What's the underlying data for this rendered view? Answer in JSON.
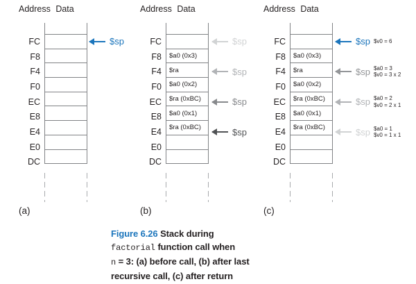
{
  "colors": {
    "blue": "#1b75bc",
    "border_gray": "#808285",
    "text_black": "#231f20",
    "dash_gray": "#a7a9ac"
  },
  "columns": [
    {
      "header": "Address Data",
      "label": "(a)",
      "rows": [
        {
          "address": "FC",
          "data": ""
        },
        {
          "address": "F8",
          "data": ""
        },
        {
          "address": "F4",
          "data": ""
        },
        {
          "address": "F0",
          "data": ""
        },
        {
          "address": "EC",
          "data": ""
        },
        {
          "address": "E8",
          "data": ""
        },
        {
          "address": "E4",
          "data": ""
        },
        {
          "address": "E0",
          "data": ""
        },
        {
          "address": "DC",
          "data": ""
        }
      ],
      "pointers": [
        {
          "row": "FC",
          "label": "$sp",
          "color": "#1b75bc"
        }
      ]
    },
    {
      "header": "Address Data",
      "label": "(b)",
      "rows": [
        {
          "address": "FC",
          "data": ""
        },
        {
          "address": "F8",
          "data": "$a0 (0x3)"
        },
        {
          "address": "F4",
          "data": "$ra"
        },
        {
          "address": "F0",
          "data": "$a0 (0x2)"
        },
        {
          "address": "EC",
          "data": "$ra (0xBC)"
        },
        {
          "address": "E8",
          "data": "$a0 (0x1)"
        },
        {
          "address": "E4",
          "data": "$ra (0xBC)"
        },
        {
          "address": "E0",
          "data": ""
        },
        {
          "address": "DC",
          "data": ""
        }
      ],
      "pointers": [
        {
          "row": "FC",
          "label": "$sp",
          "color": "#d1d3d4"
        },
        {
          "row": "F4",
          "label": "$sp",
          "color": "#b1b3b6"
        },
        {
          "row": "EC",
          "label": "$sp",
          "color": "#87898c"
        },
        {
          "row": "E4",
          "label": "$sp",
          "color": "#505254"
        }
      ]
    },
    {
      "header": "Address Data",
      "label": "(c)",
      "rows": [
        {
          "address": "FC",
          "data": ""
        },
        {
          "address": "F8",
          "data": "$a0 (0x3)"
        },
        {
          "address": "F4",
          "data": "$ra"
        },
        {
          "address": "F0",
          "data": "$a0 (0x2)"
        },
        {
          "address": "EC",
          "data": "$ra (0xBC)"
        },
        {
          "address": "E8",
          "data": "$a0 (0x1)"
        },
        {
          "address": "E4",
          "data": "$ra (0xBC)"
        },
        {
          "address": "E0",
          "data": ""
        },
        {
          "address": "DC",
          "data": ""
        }
      ],
      "pointers": [
        {
          "row": "FC",
          "label": "$sp",
          "color": "#1b75bc",
          "annotation": [
            "$v0 = 6"
          ]
        },
        {
          "row": "F4",
          "label": "$sp",
          "color": "#939598",
          "annotation": [
            "$a0 = 3",
            "$v0 = 3 x 2"
          ]
        },
        {
          "row": "EC",
          "label": "$sp",
          "color": "#b1b3b6",
          "annotation": [
            "$a0 = 2",
            "$v0 = 2 x 1"
          ]
        },
        {
          "row": "E4",
          "label": "$sp",
          "color": "#d1d3d4",
          "annotation": [
            "$a0 = 1",
            "$v0 = 1 x 1"
          ]
        }
      ]
    }
  ],
  "caption": {
    "figure_label": "Figure 6.26",
    "title_rest": "Stack during",
    "code_word": "factorial",
    "line2_rest": "function call when",
    "var_word": "n",
    "line3_rest": "= 3: (a) before call, (b) after last",
    "line4": "recursive call, (c) after return"
  }
}
